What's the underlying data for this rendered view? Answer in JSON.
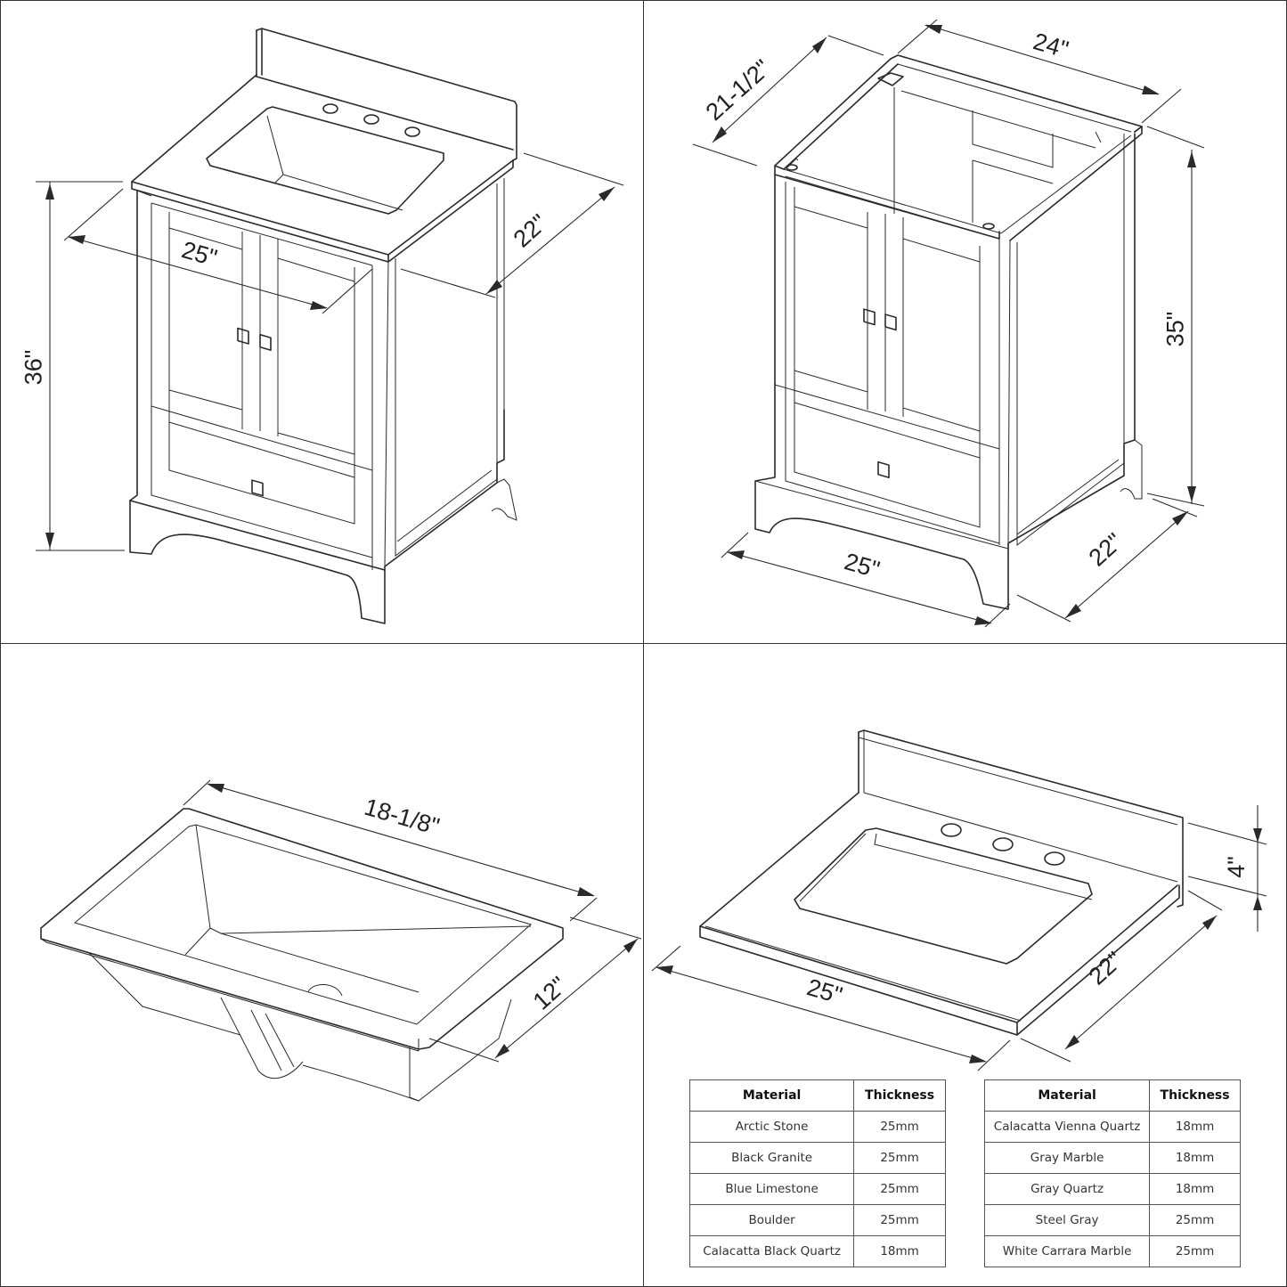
{
  "panels": {
    "top_left": {
      "subject": "vanity-with-top",
      "dimensions": {
        "height": "36\"",
        "width": "25\"",
        "depth": "22\""
      }
    },
    "top_right": {
      "subject": "vanity-base-cabinet",
      "dimensions": {
        "inner_depth": "21-1/2\"",
        "inner_width": "24\"",
        "height": "35\"",
        "width": "25\"",
        "depth": "22\""
      }
    },
    "bottom_left": {
      "subject": "undermount-sink",
      "dimensions": {
        "length": "18-1/8\"",
        "width": "12\""
      }
    },
    "bottom_right": {
      "subject": "vanity-top",
      "dimensions": {
        "backsplash_height": "4\"",
        "width": "25\"",
        "depth": "22\""
      }
    }
  },
  "tables": [
    {
      "headers": {
        "material": "Material",
        "thickness": "Thickness"
      },
      "rows": [
        {
          "material": "Arctic Stone",
          "thickness": "25mm"
        },
        {
          "material": "Black Granite",
          "thickness": "25mm"
        },
        {
          "material": "Blue Limestone",
          "thickness": "25mm"
        },
        {
          "material": "Boulder",
          "thickness": "25mm"
        },
        {
          "material": "Calacatta Black Quartz",
          "thickness": "18mm"
        }
      ]
    },
    {
      "headers": {
        "material": "Material",
        "thickness": "Thickness"
      },
      "rows": [
        {
          "material": "Calacatta Vienna Quartz",
          "thickness": "18mm"
        },
        {
          "material": "Gray Marble",
          "thickness": "18mm"
        },
        {
          "material": "Gray Quartz",
          "thickness": "18mm"
        },
        {
          "material": "Steel Gray",
          "thickness": "25mm"
        },
        {
          "material": "White Carrara Marble",
          "thickness": "25mm"
        }
      ]
    }
  ],
  "colors": {
    "line": "#2a2a2a",
    "background": "#ffffff",
    "table_border": "#555555"
  }
}
